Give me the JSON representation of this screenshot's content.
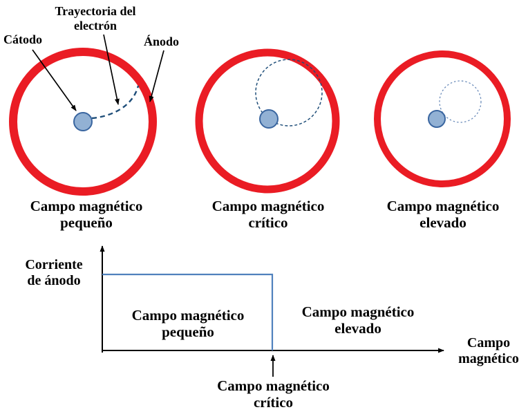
{
  "annotations": {
    "trajectory_label": "Trayectoria del electrón",
    "cathode_label": "Cátodo",
    "anode_label": "Ánodo"
  },
  "diagrams": [
    {
      "caption": "Campo magnético pequeño",
      "trajectory": "dashed arc from cathode reaching anode ring"
    },
    {
      "caption": "Campo magnético crítico",
      "trajectory": "dashed circular orbit tangent to anode ring"
    },
    {
      "caption": "Campo magnético elevado",
      "trajectory": "small dotted circular orbit not reaching anode"
    }
  ],
  "graph": {
    "y_axis_label": "Corriente de ánodo",
    "x_axis_label": "Campo magnético",
    "region_left_label": "Campo magnético pequeño",
    "region_right_label": "Campo magnético elevado",
    "critical_label": "Campo magnético crítico",
    "shape": "anode current constant and high for small field, drops to zero at critical magnetic field"
  },
  "colors": {
    "anode_red": "#ea1c24",
    "cathode_fill": "#92b1d4",
    "cathode_stroke": "#3a66a0",
    "trajectory_blue": "#1f4e79",
    "trajectory_light_blue": "#6b8cba",
    "graph_line_blue": "#4f81bd",
    "text": "#000000"
  }
}
